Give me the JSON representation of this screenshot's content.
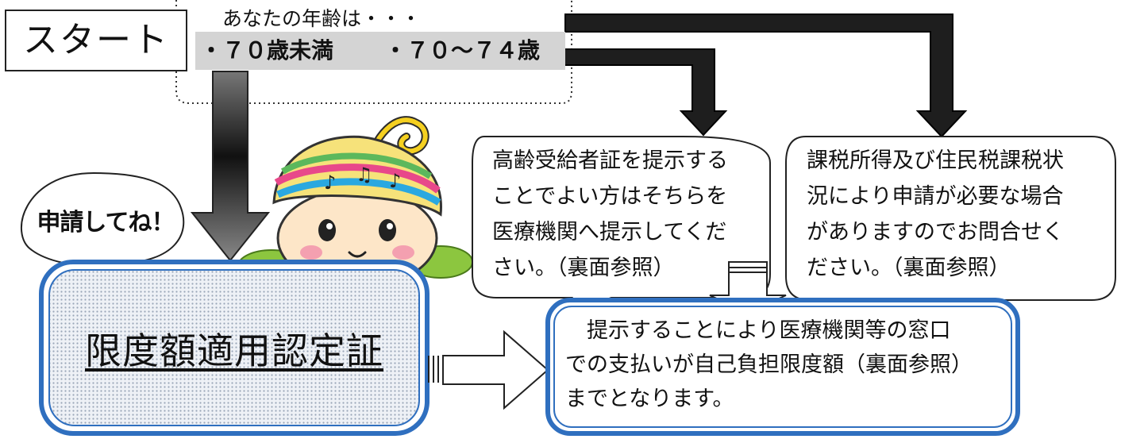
{
  "start": {
    "label": "スタート"
  },
  "age": {
    "question": "あなたの年齢は・・・",
    "option_under70": "・７０歳未満",
    "option_70_74": "・７０～７４歳"
  },
  "apply_bubble": {
    "text": "申請してね！"
  },
  "certificate": {
    "title": "限度額適用認定証"
  },
  "bubble_elder": {
    "lines": [
      "高齢受給者証を提示する",
      "ことでよい方はそちらを",
      "医療機関へ提示してくだ",
      "さい。（裏面参照）"
    ]
  },
  "bubble_tax": {
    "lines": [
      "課税所得及び住民税課税状",
      "況により申請が必要な場合",
      "がありますのでお問合せく",
      "ださい。（裏面参照）"
    ]
  },
  "result": {
    "lines": [
      "　提示することにより医療機関等の窓口",
      "での支払いが自己負担限度額（裏面参照）",
      "までとなります。"
    ]
  },
  "colors": {
    "frame_blue": "#2f6fbf",
    "option_bg": "#d4d4d4",
    "arrow_dark": "#222222",
    "dots": "#9aa6b8"
  }
}
